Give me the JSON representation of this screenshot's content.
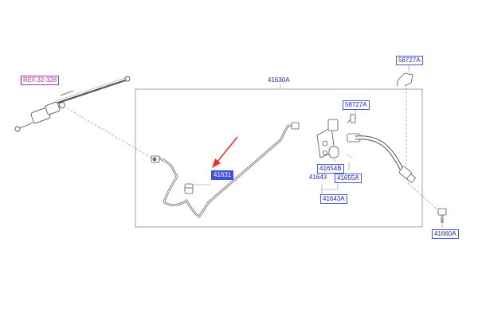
{
  "labels": {
    "ref": "REF.32-328",
    "assembly": "41630A",
    "bracket_top": "58727A",
    "bracket_mid": "58727A",
    "part_41631": "41631",
    "part_41654b": "41654B",
    "part_41643": "41643",
    "part_41655a": "41655A",
    "part_41643a": "41643A",
    "part_41660a": "41660A"
  },
  "colors": {
    "line": "#6b6b6b",
    "part_text": "#1f1fb0",
    "ref_text": "#b02ab0",
    "highlight": "#3d4fe0",
    "arrow": "#e8302a"
  }
}
